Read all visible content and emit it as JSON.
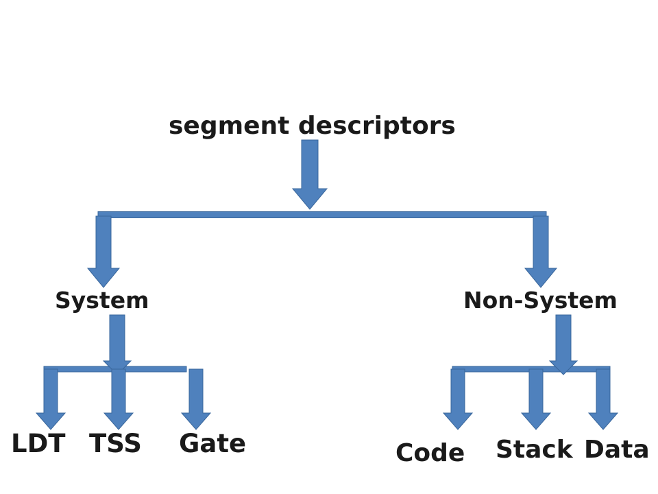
{
  "diagram": {
    "root": "segment descriptors",
    "branches": [
      {
        "label": "System",
        "children": [
          "LDT",
          "TSS",
          "Gate"
        ]
      },
      {
        "label": "Non-System",
        "children": [
          "Code",
          "Stack",
          "Data"
        ]
      }
    ]
  },
  "colors": {
    "connector": "#4f81bd",
    "connector_edge": "#3a679c",
    "text": "#1a1a1a",
    "background": "#ffffff"
  }
}
